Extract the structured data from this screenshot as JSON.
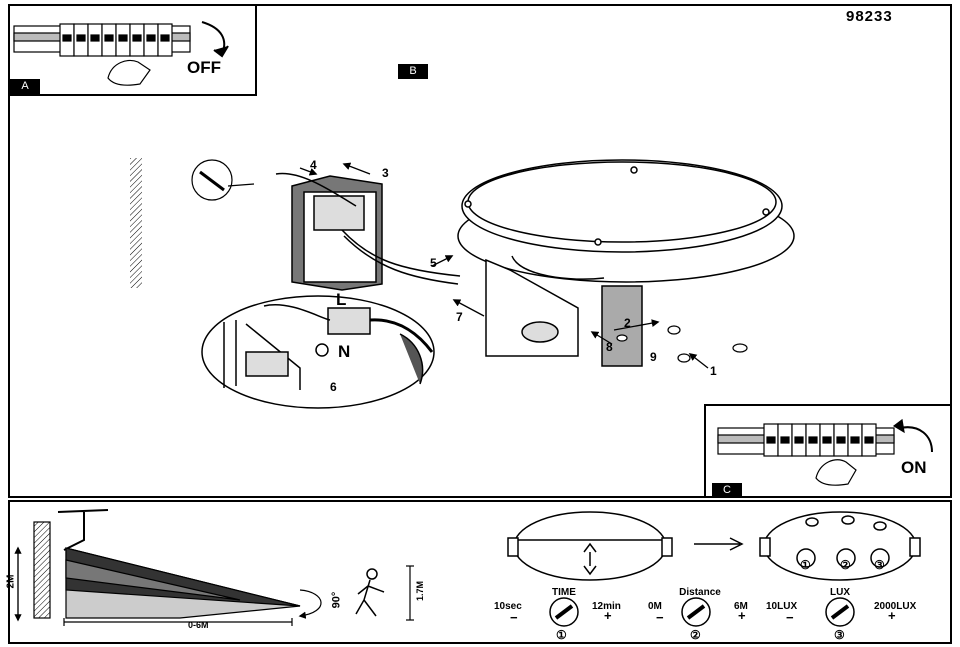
{
  "document": {
    "product_code": "98233"
  },
  "panel_a": {
    "tag": "A",
    "action": "OFF"
  },
  "panel_b": {
    "tag": "B",
    "wire_labels": {
      "live": "L",
      "neutral": "N"
    },
    "step_numbers": [
      "1",
      "2",
      "3",
      "4",
      "5",
      "6",
      "7",
      "8",
      "9"
    ]
  },
  "panel_c": {
    "tag": "C",
    "action": "ON"
  },
  "sensor_diagram": {
    "mount_height": "2M",
    "range": "0-6M",
    "person_height": "1.7M",
    "angle": "90°"
  },
  "controls": [
    {
      "title": "TIME",
      "min": "10sec",
      "max": "12min",
      "minus": "−",
      "plus": "+",
      "index": "①"
    },
    {
      "title": "Distance",
      "min": "0M",
      "max": "6M",
      "minus": "−",
      "plus": "+",
      "index": "②"
    },
    {
      "title": "LUX",
      "min": "10LUX",
      "max": "2000LUX",
      "minus": "−",
      "plus": "+",
      "index": "③"
    }
  ],
  "sensor_dial_indices": [
    "①",
    "②",
    "③"
  ]
}
